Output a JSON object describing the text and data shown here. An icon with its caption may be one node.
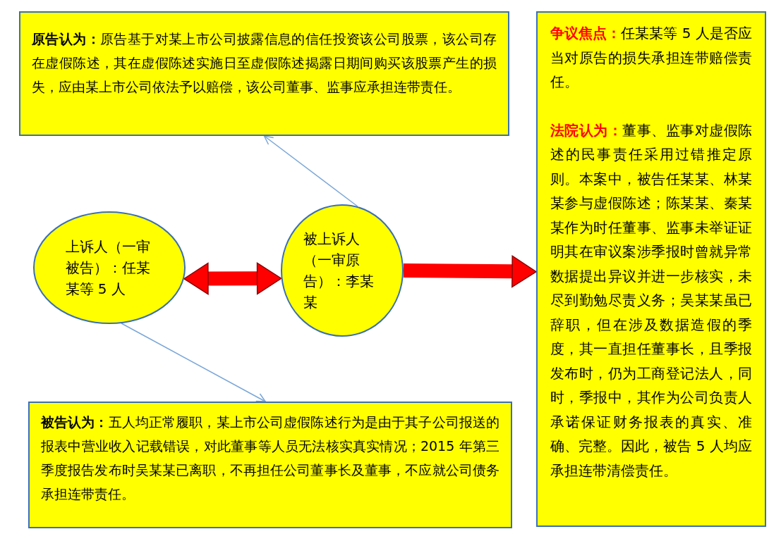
{
  "diagram": {
    "nodes": [
      {
        "text": [
          "**原告认为：**原告基于对某上市公司披露信息的信任投资该公司股票，该公司存在虚假陈述，其在虚假陈述实施日至虚假陈述揭露日期间购买该股票产生的损失，应由某上市公司依法予以赔偿，该公司董事、监事应承担连带责任。"
        ]
      },
      {
        "text": [
          "**争议焦点：**任某某等 5 人是否应当对原告的损失承担连带赔偿责任。",
          "**法院认为：**董事、监事对虚假陈述的民事责任采用过错推定原则。本案中，被告任某某、林某某参与虚假陈述；陈某某、秦某某作为时任董事、监事未举证证明其在审议案涉季报时曾就异常数据提出异议并进一步核实，未尽到勤勉尽责义务；吴某某虽已辞职，但在涉及数据造假的季度，其一直担任董事长，且季报发布时，仍为工商登记法人，同时，季报中，其作为公司负责人承诺保证财务报表的真实、准确、完整。因此，被告 5 人均应承担连带清偿责任。"
        ]
      },
      {
        "text": [
          "上诉人（一审被告）：任某某等 5 人"
        ]
      },
      {
        "text": [
          "被上诉人（一审原告）：李某某"
        ]
      },
      {
        "text": [
          "**被告认为：**五人均正常履职，某上市公司虚假陈述行为是由于其子公司报送的报表中营业收入记载错误，对此董事等人员无法核实真实情况；2015 年第三季度报告发布时吴某某已离职，不再担任公司董事长及董事，不应就公司债务承担连带责任。"
        ]
      }
    ],
    "edges": [
      {
        "from": 2,
        "to": 3,
        "arrow": "both",
        "style": "thick",
        "color": "#ff0000"
      },
      {
        "from": 3,
        "to": 1,
        "arrow": "to",
        "style": "thick",
        "color": "#ff0000"
      },
      {
        "from": 3,
        "to": 0,
        "arrow": "to",
        "color": "#7aa6d8"
      },
      {
        "from": 2,
        "to": 4,
        "arrow": "to",
        "color": "#7aa6d8"
      }
    ]
  }
}
